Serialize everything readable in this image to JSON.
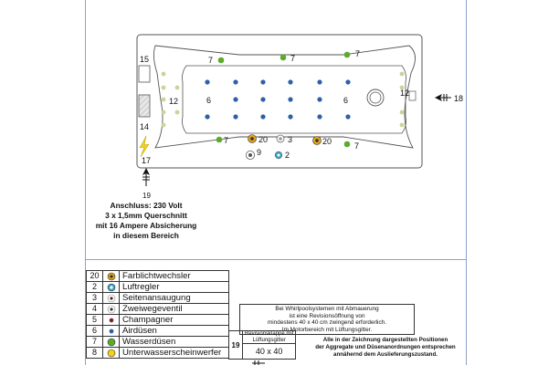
{
  "diagram": {
    "callouts": {
      "l15": "15",
      "l14": "14",
      "l17": "17",
      "l12_left": "12",
      "l12_right": "12",
      "l6_left": "6",
      "l6_right": "6",
      "l7_tl": "7",
      "l7_tm": "7",
      "l7_tr": "7",
      "l7_bl": "7",
      "l7_br": "7",
      "l20_left": "20",
      "l20_right": "20",
      "l3": "3",
      "l9": "9",
      "l2": "2",
      "l18": "18",
      "l19": "19"
    },
    "connection_label": {
      "line1": "Anschluss: 230 Volt",
      "line2": "3 x 1,5mm Querschnitt",
      "line3": "mit 16 Ampere Absicherung",
      "line4": "in diesem Bereich"
    }
  },
  "legend": {
    "rows": [
      {
        "num": "20",
        "name": "Farblichtwechsler",
        "icon": "color-light-changer-icon",
        "color": "#e1a21c"
      },
      {
        "num": "2",
        "name": "Luftregler",
        "icon": "air-regulator-icon",
        "color": "#3aa6c6"
      },
      {
        "num": "3",
        "name": "Seitenansaugung",
        "icon": "side-suction-icon",
        "color": "#888888"
      },
      {
        "num": "4",
        "name": "Zweiwegeventil",
        "icon": "two-way-valve-icon",
        "color": "#888888"
      },
      {
        "num": "5",
        "name": "Champagner",
        "icon": "champagne-icon",
        "color": "#c0392b"
      },
      {
        "num": "6",
        "name": "Airdüsen",
        "icon": "air-jet-icon",
        "color": "#2f5fa7"
      },
      {
        "num": "7",
        "name": "Wasserdüsen",
        "icon": "water-jet-icon",
        "color": "#5aab2e"
      },
      {
        "num": "8",
        "name": "Unterwasserscheinwerfer",
        "icon": "underwater-light-icon",
        "color": "#f2d21a"
      }
    ]
  },
  "notice": {
    "line1": "Bei Whirlpoolsystemen mit Abmauerung",
    "line2": "ist eine Revisionsöffnung von",
    "line3": "mindestens 40 x 40 cm zwingend erforderlich.",
    "line4": "Im Motorbereich mit Lüftungsgitter."
  },
  "revision_box": {
    "num": "19",
    "title_line1": "Revisionsklappe mit",
    "title_line2": "Lüftungsgitter",
    "dimensions": "40 x 40"
  },
  "disclaimer": {
    "line1": "Alle in der Zeichnung dargestellten Positionen",
    "line2": "der Aggregate und Düsenanordnungen entsprechen",
    "line3": "annähernd dem Auslieferungszustand."
  },
  "colors": {
    "air_jet": "#2f5fa7",
    "water_jet": "#5aab2e",
    "head_jet": "#c8d49a",
    "frame": "#8da2c4"
  }
}
